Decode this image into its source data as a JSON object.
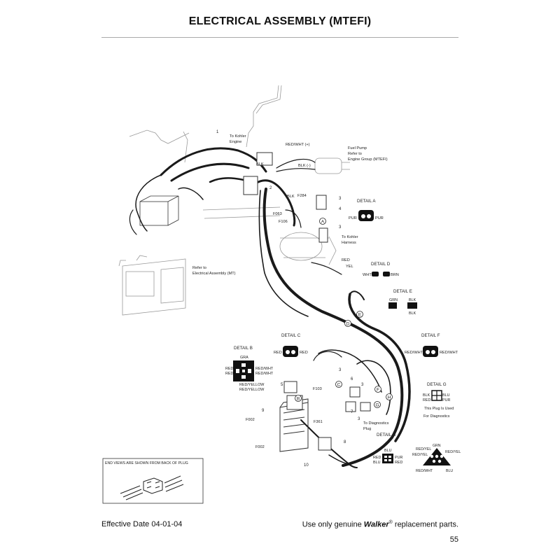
{
  "page": {
    "title": "ELECTRICAL ASSEMBLY (MTEFI)",
    "effective_date": "Effective Date 04-01-04",
    "footer_prefix": "Use only genuine ",
    "footer_brand": "Walker",
    "footer_reg": "®",
    "footer_suffix": " replacement parts.",
    "page_number": "55"
  },
  "callouts": {
    "to_kohler_engine_1": "To Kohler",
    "to_kohler_engine_2": "Engine",
    "red_wht_plus": "RED/WHT (+)",
    "blk_minus": "BLK (-)",
    "fuel_pump_1": "Fuel Pump",
    "fuel_pump_2": "Refer to",
    "fuel_pump_3": "Engine Group (MTEFI)",
    "blk_a": "BLK",
    "blk_b": "BLK",
    "f284": "F284",
    "f063": "F063",
    "f106": "F106",
    "to_kohler_harness_1": "To Kohler",
    "to_kohler_harness_2": "Harness",
    "red": "RED",
    "yel": "YEL",
    "refer_to_1": "Refer to",
    "refer_to_2": "Electrical Assembly (MT)",
    "f103": "F103",
    "f002_a": "F002",
    "f002_b": "F002",
    "f361": "F361",
    "to_diag_1": "To Diagnostics",
    "to_diag_2": "Plug",
    "end_views": "END VIEWS ARE SHOWN FROM BACK OF PLUG"
  },
  "item_numbers": {
    "n1": "1",
    "n2": "2",
    "n3a": "3",
    "n4": "4",
    "n3b": "3",
    "n3c": "3",
    "n6": "6",
    "n3d": "3",
    "n5": "5",
    "n9": "9",
    "n7": "7",
    "n3e": "3",
    "n8": "8",
    "n10": "10"
  },
  "circle_letters": [
    "A",
    "B",
    "C",
    "D",
    "E",
    "F",
    "G",
    "H"
  ],
  "details": {
    "a": {
      "title": "DETAIL A",
      "left": "PUR",
      "right": "PUR"
    },
    "b": {
      "title": "DETAIL B",
      "top": "GRA",
      "l1": "RED",
      "l2": "RED",
      "r1": "RED/WHT",
      "r2": "RED/WHT",
      "b1": "RED/YELLOW",
      "b2": "RED/YELLOW"
    },
    "c": {
      "title": "DETAIL C",
      "left": "RED",
      "right": "RED"
    },
    "d": {
      "title": "DETAIL D",
      "left": "WHT",
      "right": "BRN"
    },
    "e": {
      "title": "DETAIL E",
      "left": "GRN",
      "right_top": "BLK",
      "right_bot": "BLK"
    },
    "f": {
      "title": "DETAIL F",
      "left": "RED/WHT",
      "right": "RED/WHT"
    },
    "g": {
      "title": "DETAIL G",
      "l1": "BLK",
      "l2": "RED",
      "r1": "BLU",
      "r2": "PUR",
      "note1": "This Plug Is Used",
      "note2": "For Diagnostics"
    },
    "h": {
      "title": "DETAIL H",
      "l1": "RED",
      "l2": "BLU",
      "top": "BLU",
      "r1": "PUR",
      "r2": "RED"
    },
    "h2": {
      "tl": "RED/YEL",
      "tl2": "RED/YEL",
      "top": "GRN",
      "tr": "RED/YEL",
      "bl": "RED/WHT",
      "br": "BLU"
    }
  },
  "colors": {
    "harness": "#1a1a1a",
    "faint": "#888888"
  }
}
